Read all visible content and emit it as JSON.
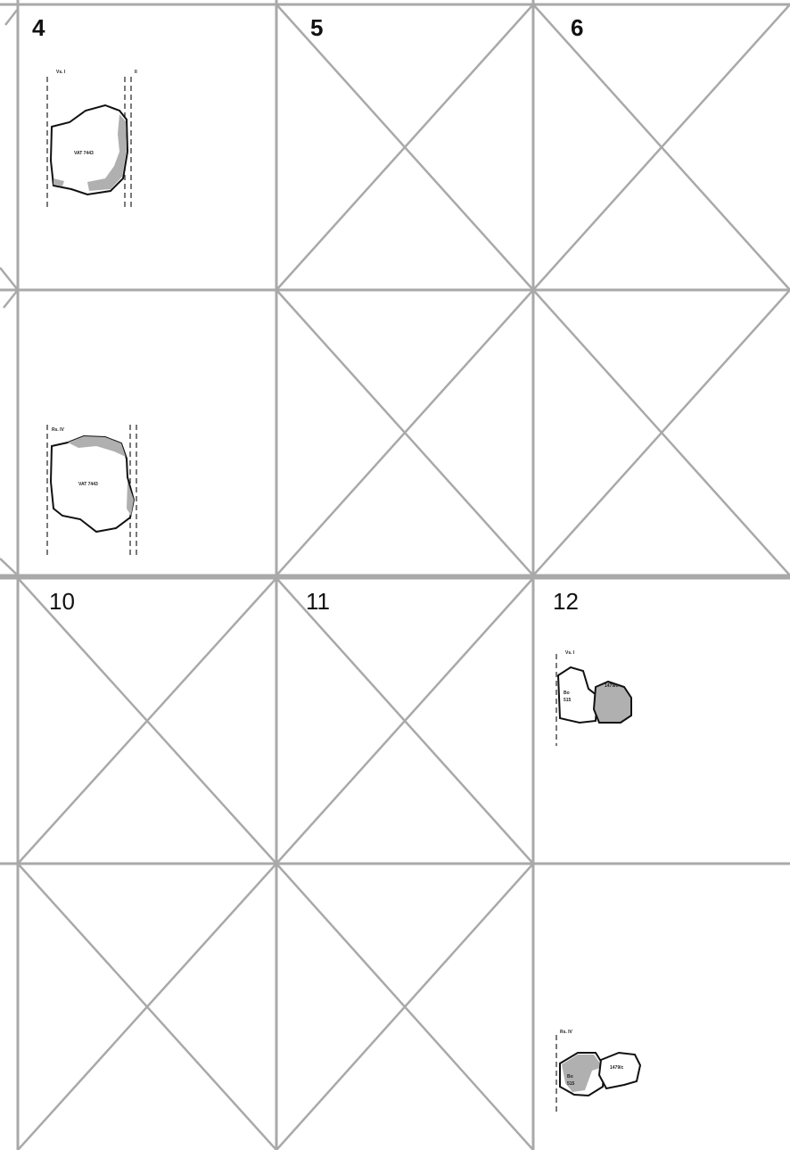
{
  "panels": {
    "p4": {
      "number": "4",
      "side_label": "Vs. I",
      "edge_label": "II",
      "fragment": "VAT 7443"
    },
    "p4r": {
      "side_label": "Rs. IV",
      "fragment": "VAT 7443"
    },
    "p5": {
      "number": "5"
    },
    "p6": {
      "number": "6"
    },
    "p10": {
      "number": "10"
    },
    "p11": {
      "number": "11"
    },
    "p12": {
      "number": "12",
      "side_label": "Vs. I",
      "frag_a": "Bo",
      "frag_a2": "515",
      "frag_b": "1479/c"
    },
    "p12r": {
      "side_label": "Rs. IV",
      "frag_a": "Bo",
      "frag_a2": "515",
      "frag_b": "1479/c"
    }
  },
  "colors": {
    "grid": "#a9a9a9",
    "shade": "#b0b0b0",
    "ink": "#111111"
  }
}
